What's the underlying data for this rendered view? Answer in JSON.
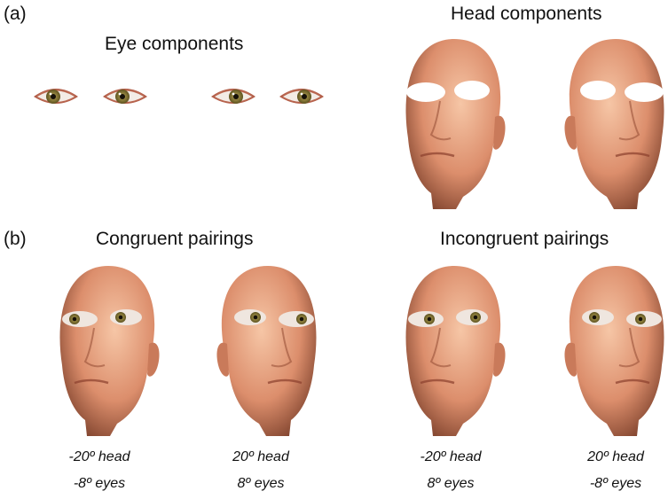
{
  "panel_a": {
    "label": "(a)",
    "eye_heading": "Eye components",
    "head_heading": "Head components"
  },
  "panel_b": {
    "label": "(b)",
    "congruent_heading": "Congruent pairings",
    "incongruent_heading": "Incongruent pairings",
    "captions": [
      {
        "head": "-20º head",
        "eyes": "-8º eyes"
      },
      {
        "head": "20º head",
        "eyes": "8º eyes"
      },
      {
        "head": "-20º head",
        "eyes": "8º eyes"
      },
      {
        "head": "20º head",
        "eyes": "-8º eyes"
      }
    ]
  },
  "colors": {
    "skin_light": "#f2b896",
    "skin_mid": "#d98a68",
    "skin_dark": "#7a3f2a",
    "iris": "#8a7a3a",
    "eyelid": "#b8604a"
  }
}
